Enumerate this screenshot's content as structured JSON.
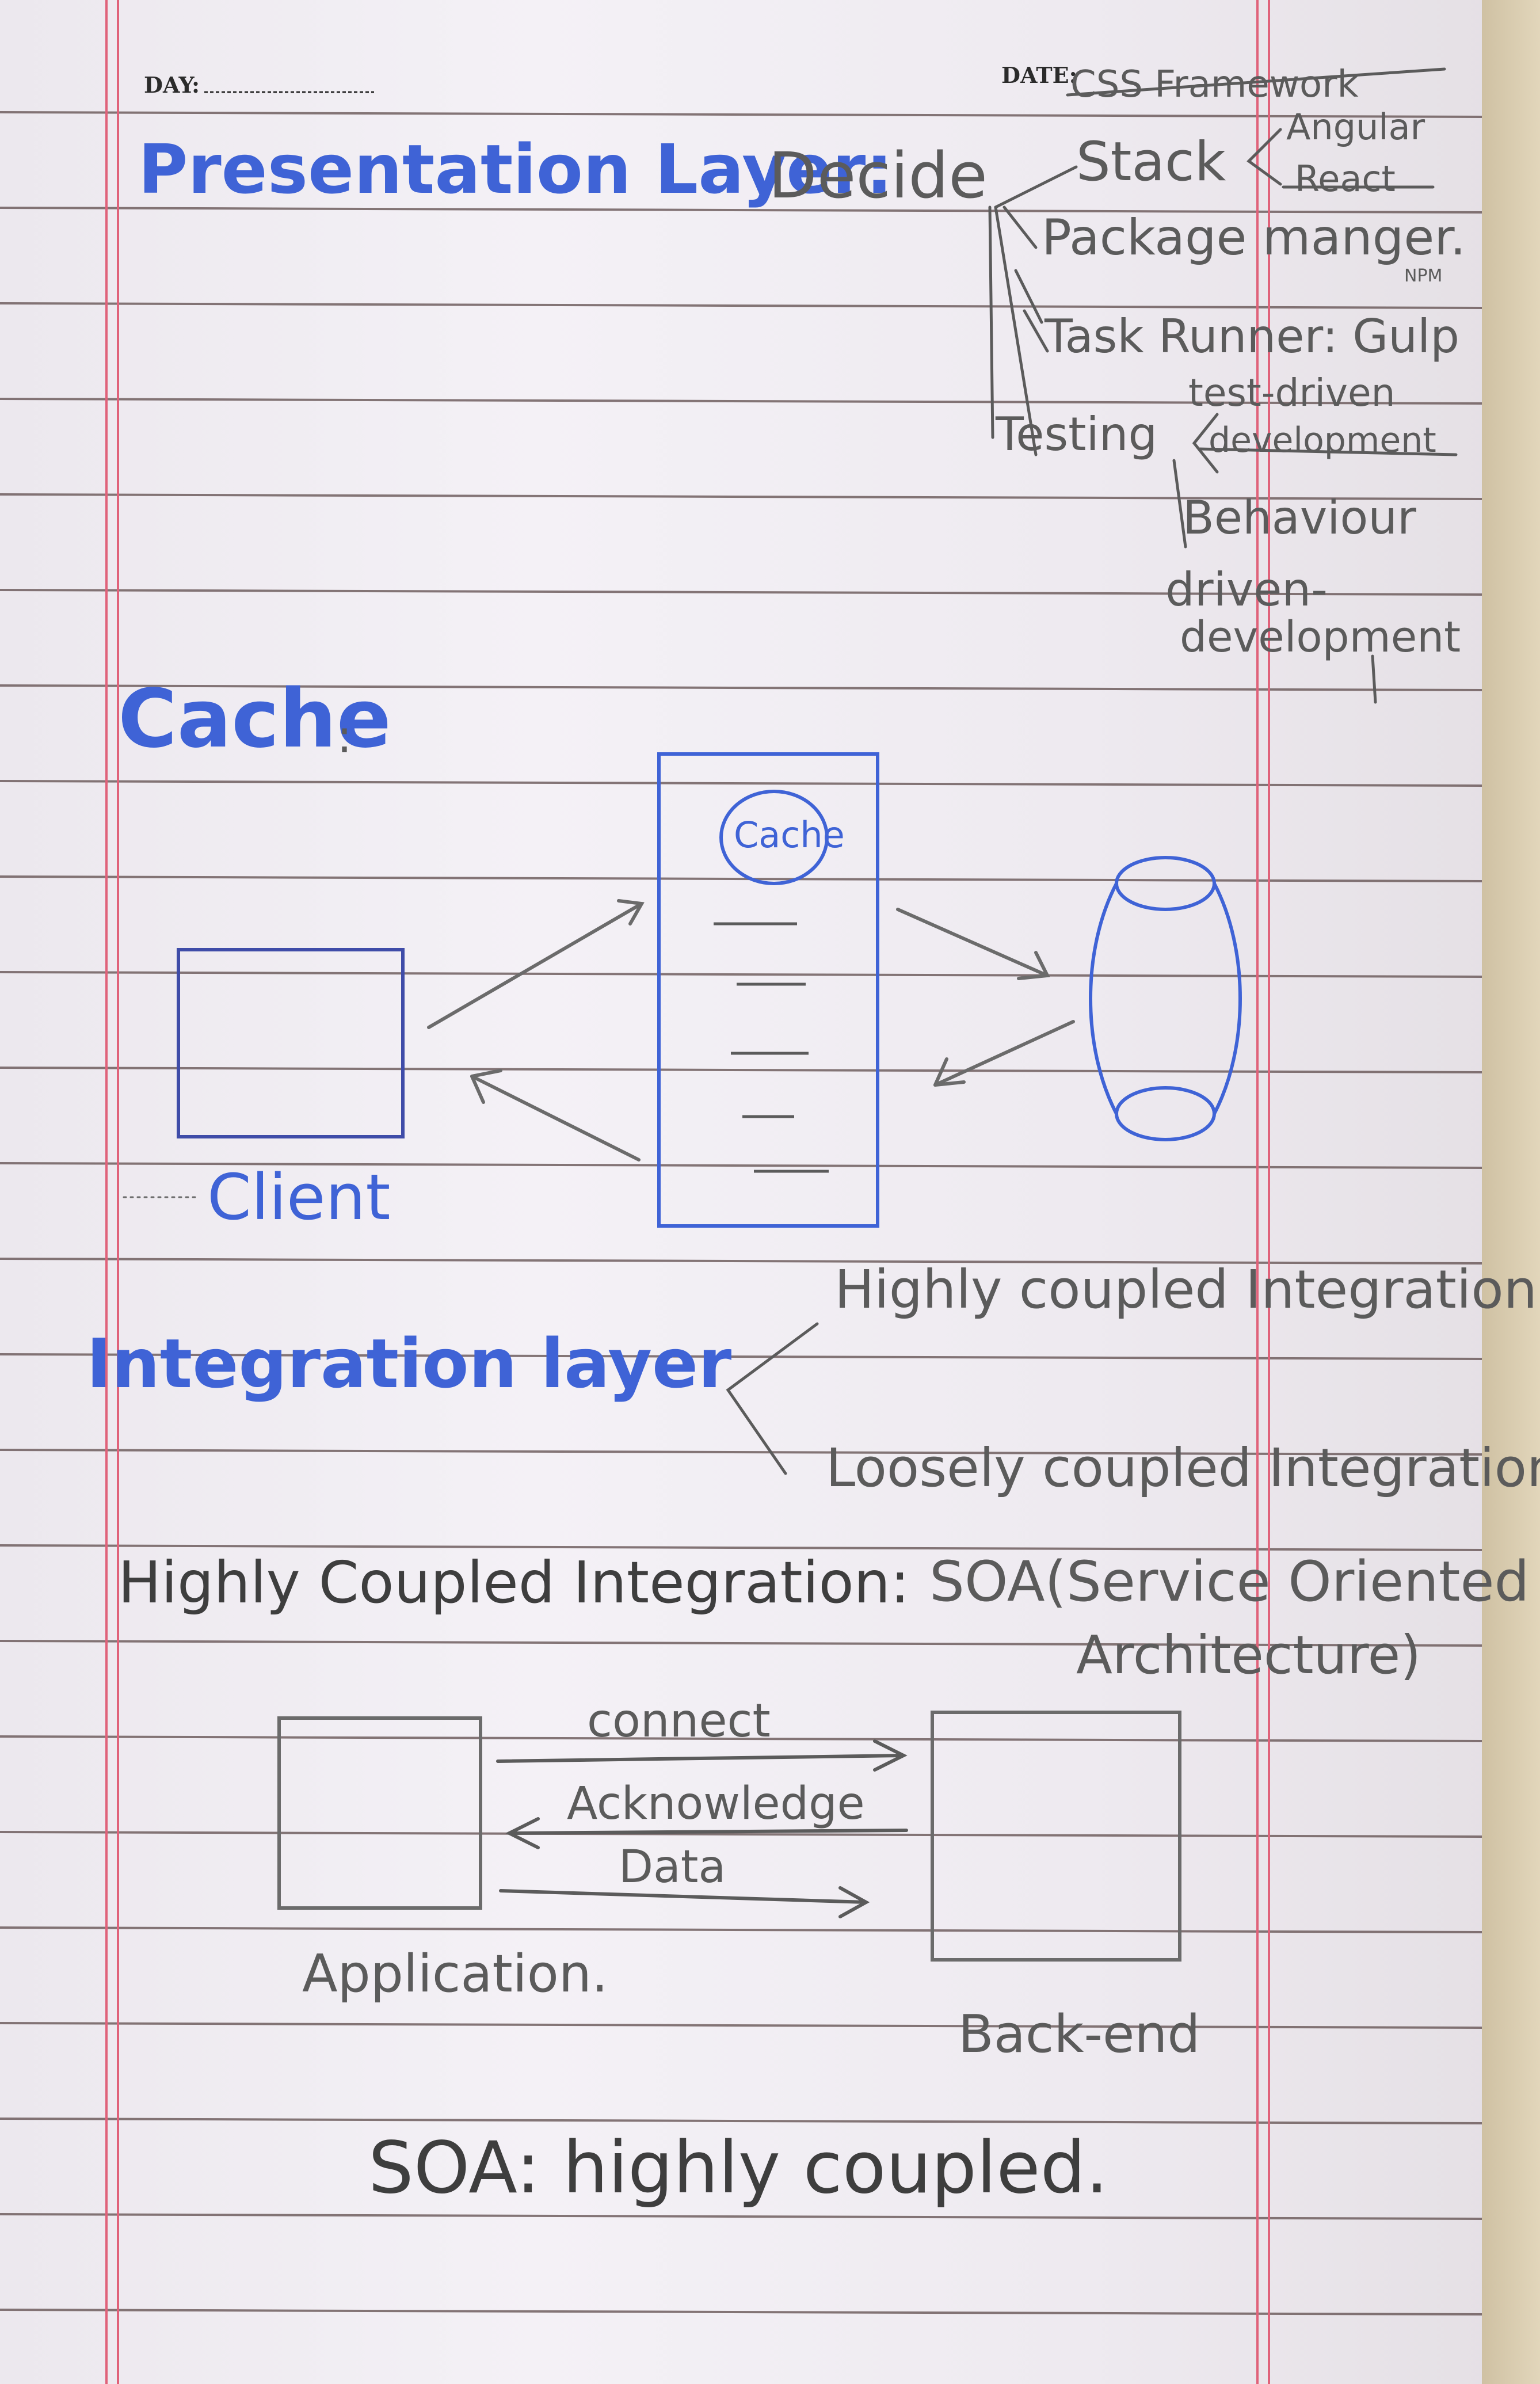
{
  "header": {
    "day_label": "DAY:",
    "date_label": "DATE:"
  },
  "presentation": {
    "heading": "Presentation Layer:",
    "decide": "Decide",
    "css_framework": "CSS Framework",
    "stack": "Stack",
    "stack_options": [
      "Angular",
      "React"
    ],
    "package_manager": "Package manger.",
    "npm": "NPM",
    "task_runner": "Task Runner: Gulp",
    "testing": "Testing",
    "tdd": [
      "test-driven",
      "development"
    ],
    "bdd": [
      "Behaviour",
      "driven-",
      "development"
    ]
  },
  "cache": {
    "heading": "Cache",
    "colon": ":",
    "cache_label": "Cache",
    "client_label": "Client"
  },
  "integration": {
    "heading": "Integration layer",
    "highly": "Highly coupled Integration",
    "loosely": "Loosely coupled Integration"
  },
  "soa": {
    "heading": "Highly Coupled Integration:",
    "definition_line1": "SOA(Service Oriented",
    "definition_line2": "Architecture)",
    "connect": "connect",
    "acknowledge": "Acknowledge",
    "data": "Data",
    "application": "Application.",
    "backend": "Back-end",
    "summary": "SOA: highly coupled."
  },
  "colors": {
    "blue_ink": "#3f63d6",
    "pencil": "#5b5b5b",
    "rule_line": "#5e4b4b",
    "margin_red": "#e0627a"
  }
}
